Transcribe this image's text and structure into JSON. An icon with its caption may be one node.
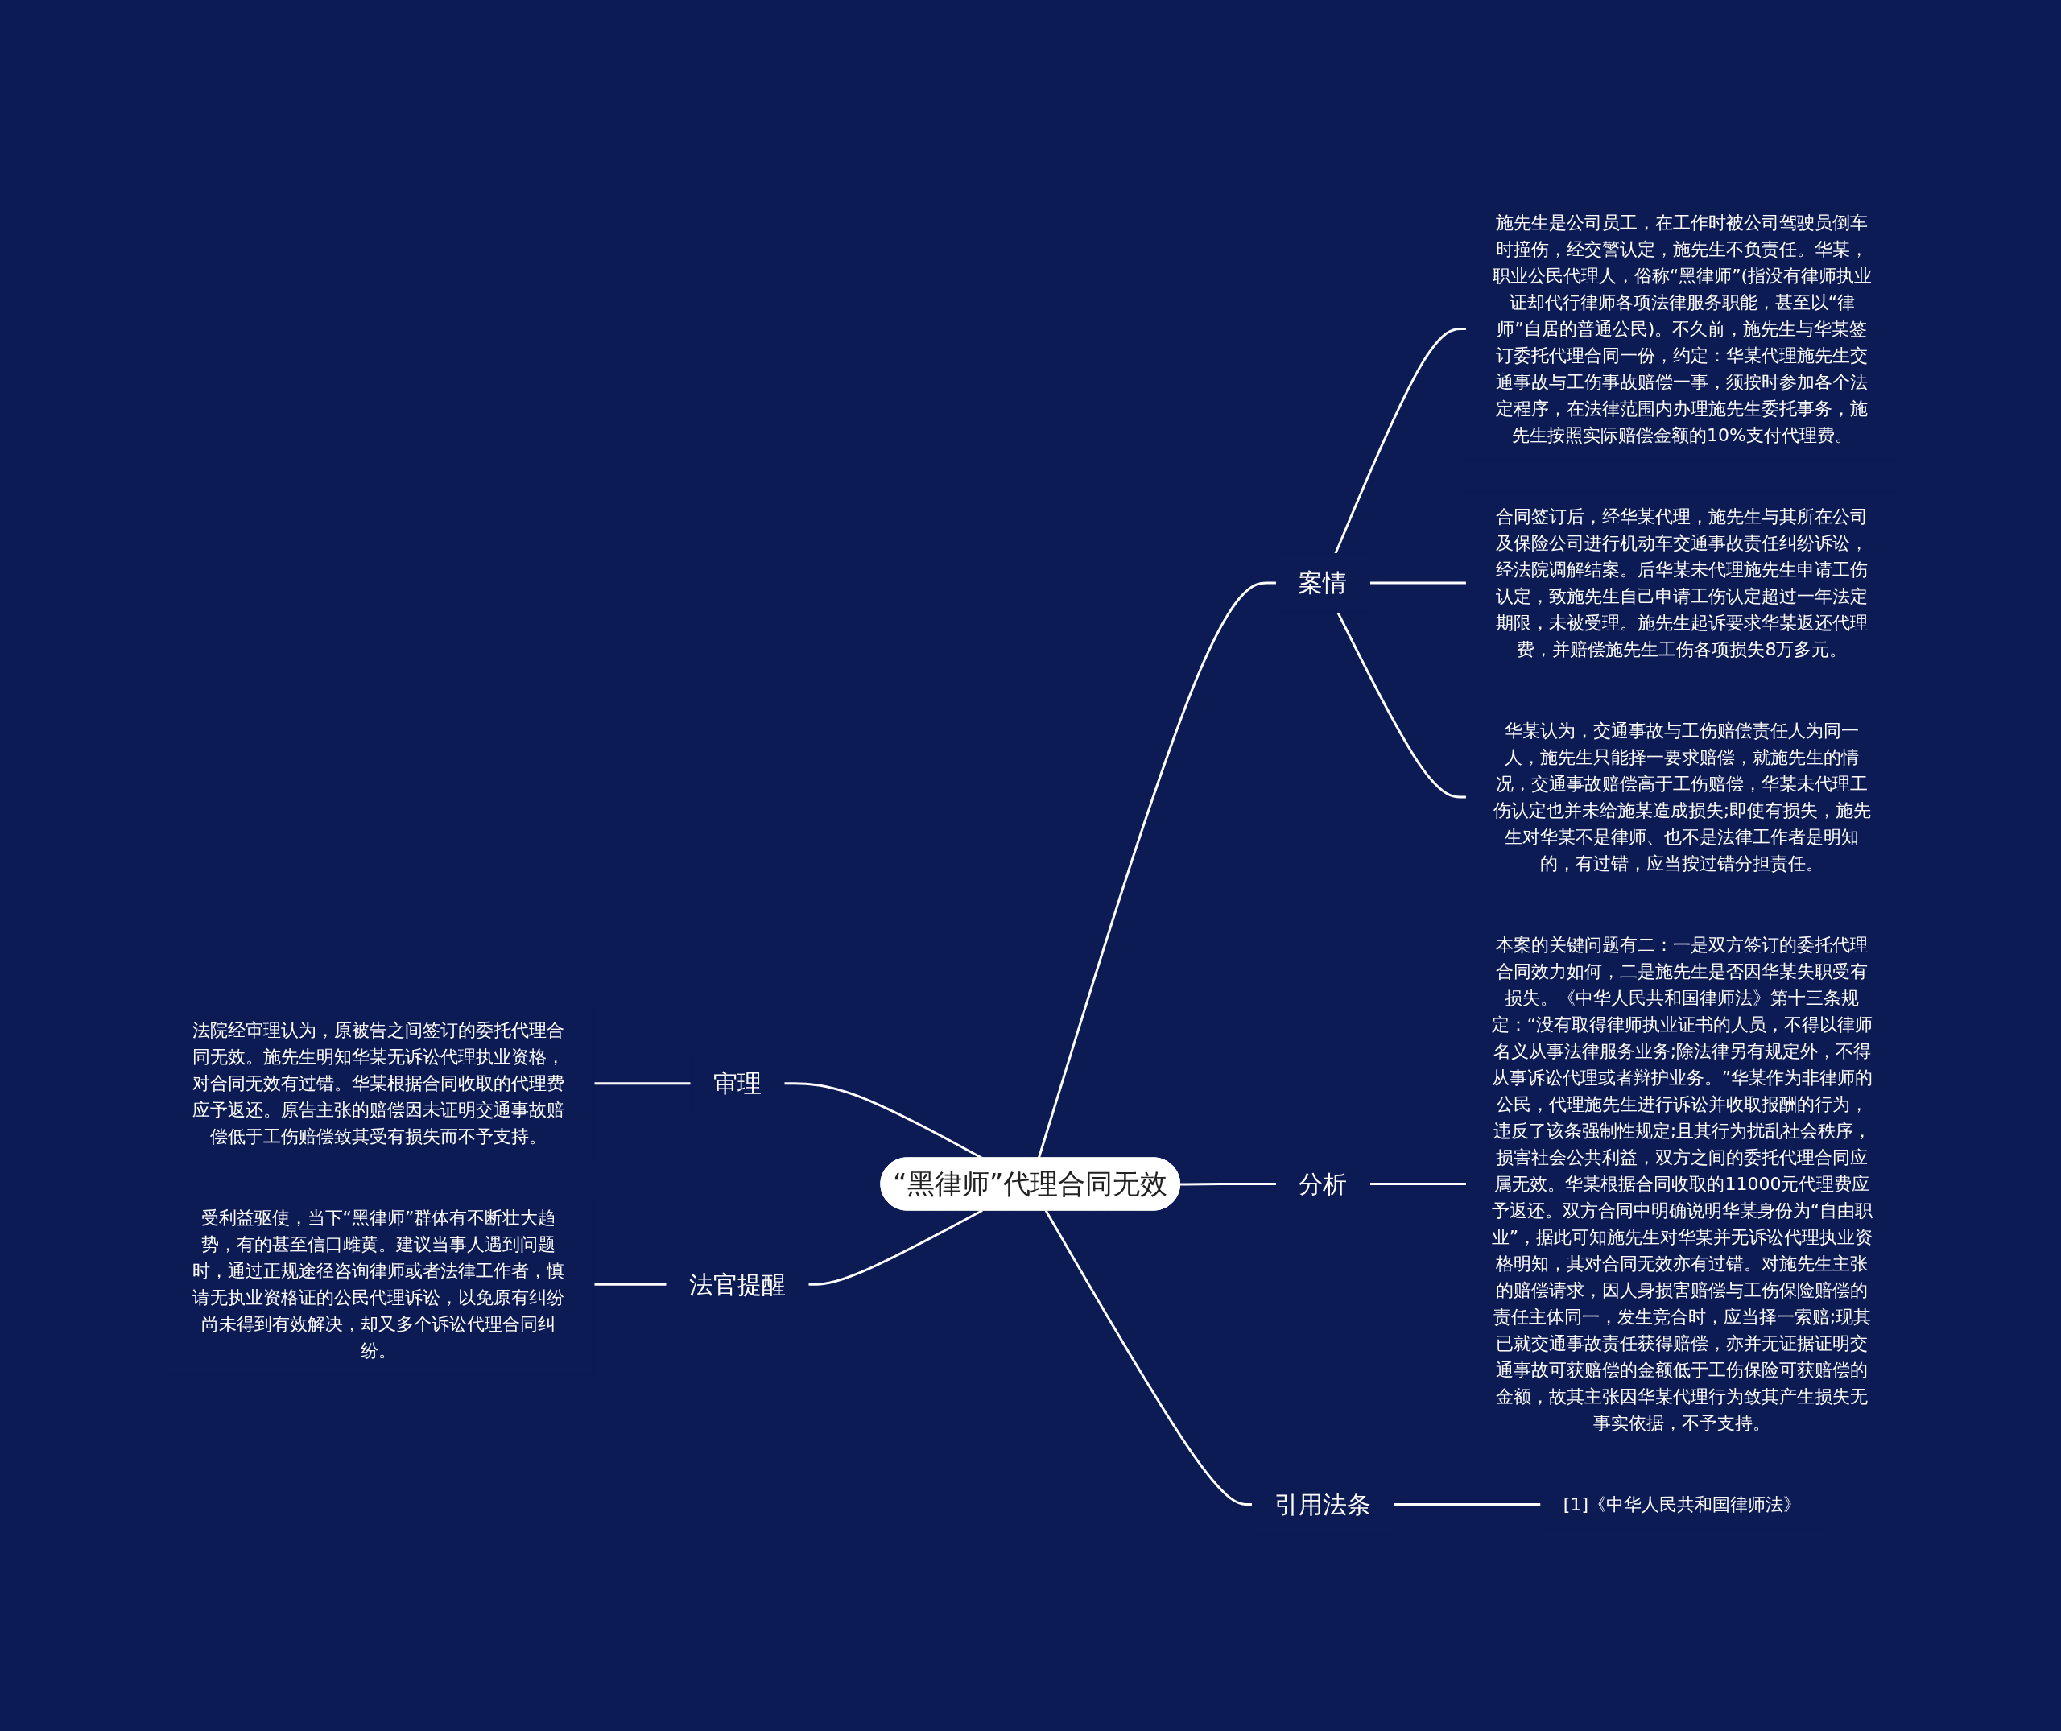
{
  "diagram": {
    "nodes": [
      {
        "text": [
          "“黑律师”代理合同无效"
        ]
      },
      {
        "text": [
          "案情"
        ]
      },
      {
        "text": [
          "施先生是公司员工，在工作时被公司驾驶员倒车时撞伤，经交警认定，施先生不负责任。华某，职业公民代理人，俗称“黑律师”(指没有律师执业证却代行律师各项法律服务职能，甚至以“律师”自居的普通公民)。不久前，施先生与华某签订委托代理合同一份，约定：华某代理施先生交通事故与工伤事故赔偿一事，须按时参加各个法定程序，在法律范围内办理施先生委托事务，施先生按照实际赔偿金额的10%支付代理费。"
        ]
      },
      {
        "text": [
          "合同签订后，经华某代理，施先生与其所在公司及保险公司进行机动车交通事故责任纠纷诉讼，经法院调解结案。后华某未代理施先生申请工伤认定，致施先生自己申请工伤认定超过一年法定期限，未被受理。施先生起诉要求华某返还代理费，并赔偿施先生工伤各项损失8万多元。"
        ]
      },
      {
        "text": [
          "华某认为，交通事故与工伤赔偿责任人为同一人，施先生只能择一要求赔偿，就施先生的情况，交通事故赔偿高于工伤赔偿，华某未代理工伤认定也并未给施某造成损失;即使有损失，施先生对华某不是律师、也不是法律工作者是明知的，有过错，应当按过错分担责任。"
        ]
      },
      {
        "text": [
          "审理"
        ]
      },
      {
        "text": [
          "法院经审理认为，原被告之间签订的委托代理合同无效。施先生明知华某无诉讼代理执业资格，对合同无效有过错。华某根据合同收取的代理费应予返还。原告主张的赔偿因未证明交通事故赔偿低于工伤赔偿致其受有损失而不予支持。"
        ]
      },
      {
        "text": [
          "法官提醒"
        ]
      },
      {
        "text": [
          "受利益驱使，当下“黑律师”群体有不断壮大趋势，有的甚至信口雌黄。建议当事人遇到问题时，通过正规途径咨询律师或者法律工作者，慎请无执业资格证的公民代理诉讼，以免原有纠纷尚未得到有效解决，却又多个诉讼代理合同纠纷。"
        ]
      },
      {
        "text": [
          "分析"
        ]
      },
      {
        "text": [
          "本案的关键问题有二：一是双方签订的委托代理合同效力如何，二是施先生是否因华某失职受有损失。《中华人民共和国律师法》第十三条规定：“没有取得律师执业证书的人员，不得以律师名义从事法律服务业务;除法律另有规定外，不得从事诉讼代理或者辩护业务。”华某作为非律师的公民，代理施先生进行诉讼并收取报酬的行为，违反了该条强制性规定;且其行为扰乱社会秩序，损害社会公共利益，双方之间的委托代理合同应属无效。华某根据合同收取的11000元代理费应予返还。双方合同中明确说明华某身份为“自由职业”，据此可知施先生对华某并无诉讼代理执业资格明知，其对合同无效亦有过错。对施先生主张的赔偿请求，因人身损害赔偿与工伤保险赔偿的责任主体同一，发生竞合时，应当择一索赔;现其已就交通事故责任获得赔偿，亦并无证据证明交通事故可获赔偿的金额低于工伤保险可获赔偿的金额，故其主张因华某代理行为致其产生损失无事实依据，不予支持。"
        ]
      },
      {
        "text": [
          "引用法条"
        ]
      },
      {
        "text": [
          "[1]《中华人民共和国律师法》"
        ]
      }
    ],
    "edges": [
      {
        "from": 0,
        "to": 1,
        "arrow": "none"
      },
      {
        "from": 1,
        "to": 2,
        "arrow": "none"
      },
      {
        "from": 1,
        "to": 3,
        "arrow": "none"
      },
      {
        "from": 1,
        "to": 4,
        "arrow": "none"
      },
      {
        "from": 6,
        "to": 5,
        "arrow": "none"
      },
      {
        "from": 5,
        "to": 0,
        "arrow": "none"
      },
      {
        "from": 8,
        "to": 7,
        "arrow": "none"
      },
      {
        "from": 7,
        "to": 0,
        "arrow": "none"
      },
      {
        "from": 0,
        "to": 9,
        "arrow": "none"
      },
      {
        "from": 9,
        "to": 10,
        "arrow": "none"
      },
      {
        "from": 0,
        "to": 11,
        "arrow": "none"
      },
      {
        "from": 11,
        "to": 12,
        "arrow": "none"
      }
    ]
  }
}
